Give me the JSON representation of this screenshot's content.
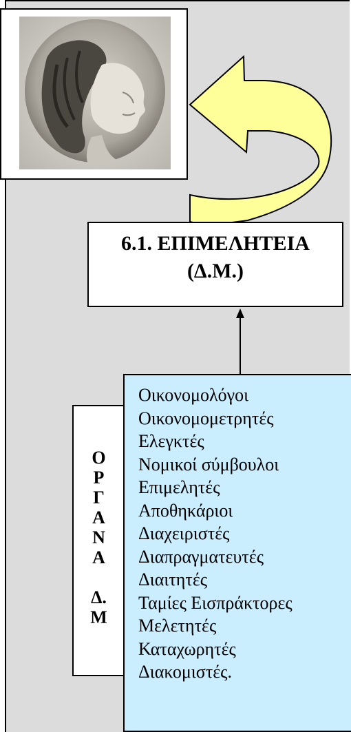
{
  "title": {
    "line1": "6.1. ΕΠΙΜΕΛΗΤΕΙΑ",
    "line2": "(Δ.Μ.)"
  },
  "vertical_label": [
    "Ο",
    "Ρ",
    "Γ",
    "Α",
    "Ν",
    "Α",
    "",
    "Δ.",
    "Μ"
  ],
  "organs": [
    "Οικονομολόγοι",
    "Οικονομομετρητές",
    "Ελεγκτές",
    "Νομικοί σύμβουλοι",
    "Επιμελητές",
    "Αποθηκάριοι",
    "Διαχειριστές",
    "Διαπραγματευτές",
    "Διαιτητές",
    "Ταμίες Εισπράκτορες",
    "Μελετητές",
    "Καταχωρητές",
    "Διακομιστές."
  ],
  "colors": {
    "panel": "#dcdcdc",
    "list_fill": "#cbeeff",
    "curved_arrow": "#ffff99"
  },
  "icons": [
    "coin-portrait-image",
    "curved-arrow-icon",
    "up-arrow-icon"
  ]
}
